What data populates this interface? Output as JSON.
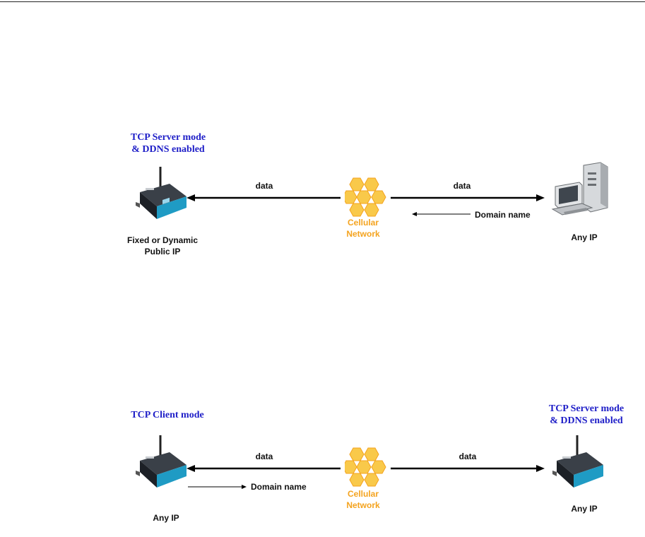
{
  "scene1": {
    "device_title": "TCP Server mode\n& DDNS enabled",
    "device_ip": "Fixed or Dynamic\nPublic IP",
    "left_arrow_label": "data",
    "right_arrow_label": "data",
    "return_arrow_label": "Domain name",
    "cellular_label": "Cellular\nNetwork",
    "pc_ip": "Any IP"
  },
  "scene2": {
    "device_title": "TCP Client mode",
    "device_ip": "Any IP",
    "left_arrow_label": "data",
    "right_arrow_label": "data",
    "domain_arrow_label": "Domain name",
    "cellular_label": "Cellular\nNetwork",
    "remote_title": "TCP Server mode\n& DDNS enabled",
    "remote_ip": "Any IP"
  },
  "colors": {
    "title_blue": "#2020c8",
    "cellular_orange": "#f4a31e",
    "device_teal": "#1f9bc4"
  }
}
